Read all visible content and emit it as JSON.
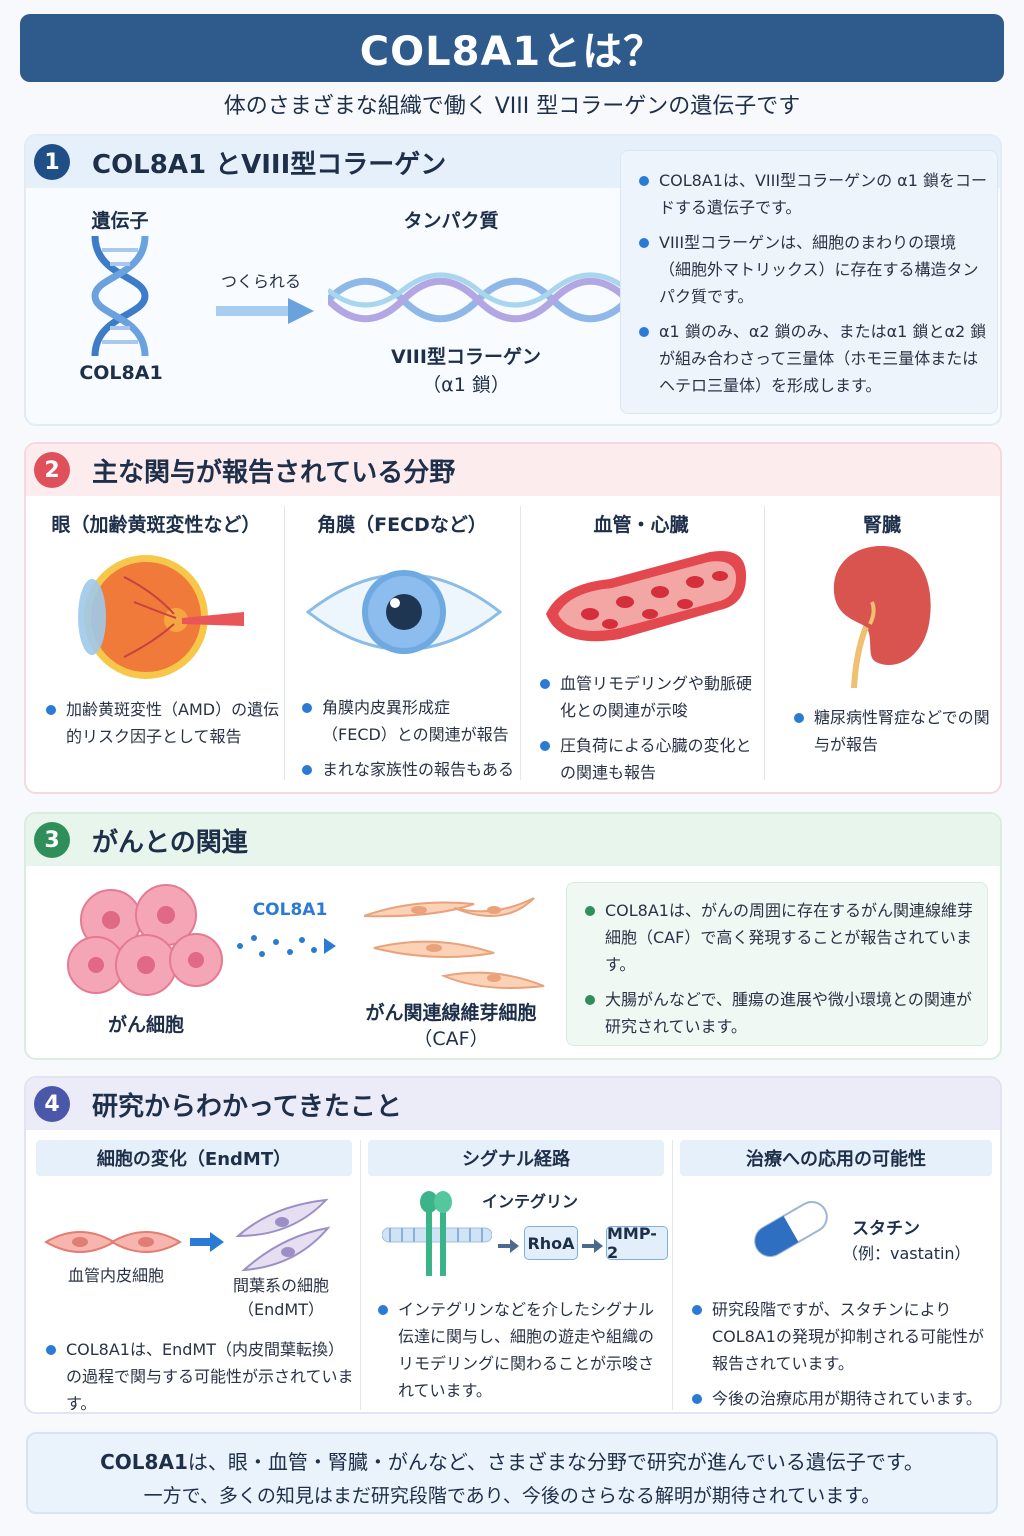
{
  "title": "COL8A1とは？",
  "subtitle": "体のさまざまな組織で働く VIII 型コラーゲンの遺伝子です",
  "colors": {
    "banner": "#2e5b8c",
    "sec1": "#1f4f86",
    "sec2": "#e0505a",
    "sec3": "#2f8f5a",
    "sec4": "#4b57a8"
  },
  "section1": {
    "number": "1",
    "title": "COL8A1 とVIII型コラーゲン",
    "gene_label": "遺伝子",
    "gene_name": "COL8A1",
    "arrow_text": "つくられる",
    "protein_label": "タンパク質",
    "protein_name": "VIII型コラーゲン",
    "protein_sub": "（α1 鎖）",
    "bullets": [
      "COL8A1は、VIII型コラーゲンの α1 鎖をコードする遺伝子です。",
      "VIII型コラーゲンは、細胞のまわりの環境（細胞外マトリックス）に存在する構造タンパク質です。",
      "α1 鎖のみ、α2 鎖のみ、またはα1 鎖とα2 鎖が組み合わさって三量体（ホモ三量体またはヘテロ三量体）を形成します。"
    ]
  },
  "section2": {
    "number": "2",
    "title": "主な関与が報告されている分野",
    "columns": [
      {
        "heading": "眼（加齢黄斑変性など）",
        "bullets": [
          "加齢黄斑変性（AMD）の遺伝的リスク因子として報告"
        ]
      },
      {
        "heading": "角膜（FECDなど）",
        "bullets": [
          "角膜内皮異形成症（FECD）との関連が報告",
          "まれな家族性の報告もある"
        ]
      },
      {
        "heading": "血管・心臓",
        "bullets": [
          "血管リモデリングや動脈硬化との関連が示唆",
          "圧負荷による心臓の変化との関連も報告"
        ]
      },
      {
        "heading": "腎臓",
        "bullets": [
          "糖尿病性腎症などでの関与が報告"
        ]
      }
    ]
  },
  "section3": {
    "number": "3",
    "title": "がんとの関連",
    "cancer_label": "がん細胞",
    "gene_label": "COL8A1",
    "caf_label": "がん関連線維芽細胞",
    "caf_sub": "（CAF）",
    "bullets": [
      "COL8A1は、がんの周囲に存在するがん関連線維芽細胞（CAF）で高く発現することが報告されています。",
      "大腸がんなどで、腫瘍の進展や微小環境との関連が研究されています。"
    ]
  },
  "section4": {
    "number": "4",
    "title": "研究からわかってきたこと",
    "col1": {
      "heading": "細胞の変化（EndMT）",
      "endo_label": "血管内皮細胞",
      "mes_label": "間葉系の細胞",
      "mes_sub": "（EndMT）",
      "bullets": [
        "COL8A1は、EndMT（内皮間葉転換）の過程で関与する可能性が示されています。"
      ]
    },
    "col2": {
      "heading": "シグナル経路",
      "integrin_label": "インテグリン",
      "rhoa": "RhoA",
      "mmp2": "MMP-2",
      "bullets": [
        "インテグリンなどを介したシグナル伝達に関与し、細胞の遊走や組織のリモデリングに関わることが示唆されています。"
      ]
    },
    "col3": {
      "heading": "治療への応用の可能性",
      "statin_label": "スタチン",
      "statin_sub": "（例：vastatin）",
      "bullets": [
        "研究段階ですが、スタチンによりCOL8A1の発現が抑制される可能性が報告されています。",
        "今後の治療応用が期待されています。"
      ]
    }
  },
  "footer": {
    "line1_bold": "COL8A1",
    "line1_rest": "は、眼・血管・腎臓・がんなど、さまざまな分野で研究が進んでいる遺伝子です。",
    "line2": "一方で、多くの知見はまだ研究段階であり、今後のさらなる解明が期待されています。"
  }
}
